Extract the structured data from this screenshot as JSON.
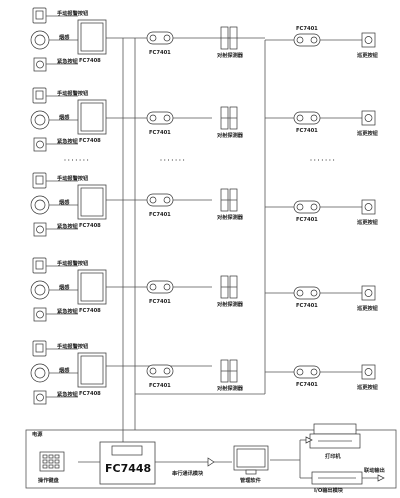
{
  "labels": {
    "manual_button": "手动报警按钮",
    "smoke": "烟感",
    "emergency_button": "紧急按钮",
    "fc7408": "FC7408",
    "fc7401": "FC7401",
    "beam_detector": "对射探测器",
    "patrol_button": "巡更按钮",
    "power": "电源",
    "fc7448": "FC7448",
    "keyboard": "操作键盘",
    "serial_module": "串行通讯模块",
    "mgmt_software": "管理软件",
    "printer": "打印机",
    "linkage_output": "联动输出",
    "io_module": "I/O输出模块",
    "dots": "· · · · · · ·"
  },
  "colors": {
    "line": "#555555",
    "text": "#222222",
    "background": "#ffffff"
  }
}
